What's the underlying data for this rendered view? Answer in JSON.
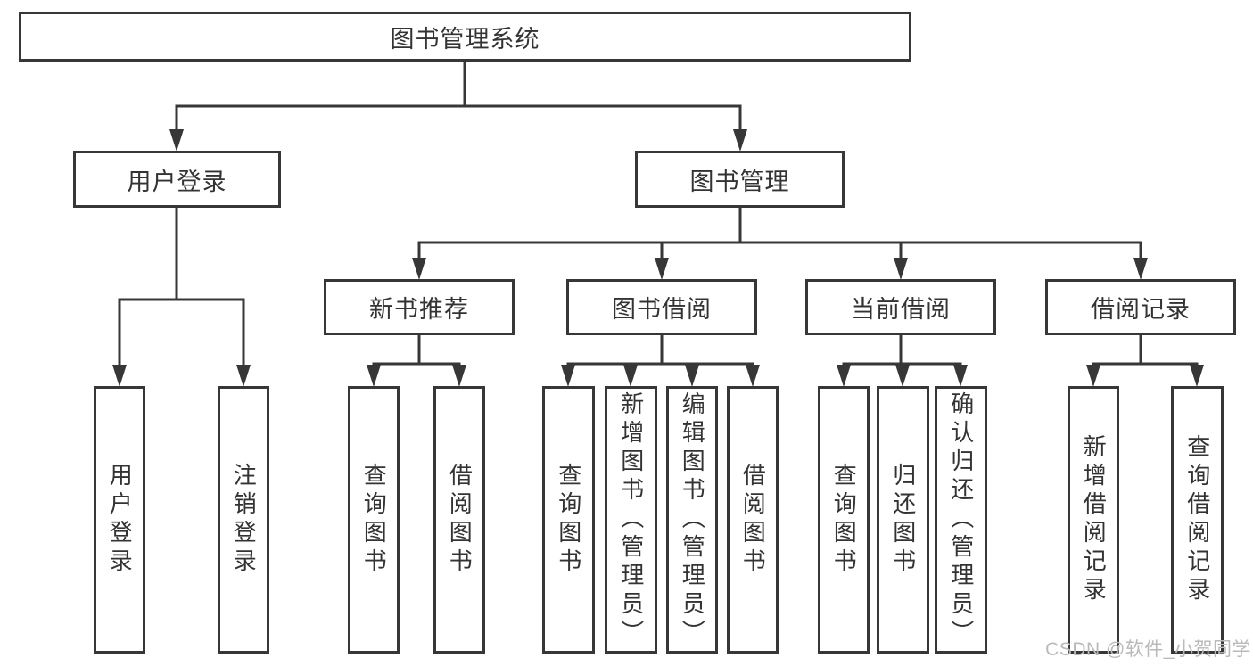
{
  "diagram": {
    "root": {
      "label": "图书管理系统"
    },
    "level2": [
      {
        "label": "用户登录",
        "children": [
          {
            "label": "用户登录"
          },
          {
            "label": "注销登录"
          }
        ]
      },
      {
        "label": "图书管理",
        "children": [
          {
            "label": "新书推荐",
            "children": [
              {
                "label": "查询图书"
              },
              {
                "label": "借阅图书"
              }
            ]
          },
          {
            "label": "图书借阅",
            "children": [
              {
                "label": "查询图书"
              },
              {
                "label": "新增图书（管理员）"
              },
              {
                "label": "编辑图书（管理员）"
              },
              {
                "label": "借阅图书"
              }
            ]
          },
          {
            "label": "当前借阅",
            "children": [
              {
                "label": "查询图书"
              },
              {
                "label": "归还图书"
              },
              {
                "label": "确认归还（管理员）"
              }
            ]
          },
          {
            "label": "借阅记录",
            "children": [
              {
                "label": "新增借阅记录"
              },
              {
                "label": "查询借阅记录"
              }
            ]
          }
        ]
      }
    ],
    "watermark": "CSDN @软件_小贺同学",
    "colors": {
      "line": "#373737",
      "text": "#333333",
      "watermark": "#b9b9b9",
      "background": "#ffffff"
    }
  }
}
